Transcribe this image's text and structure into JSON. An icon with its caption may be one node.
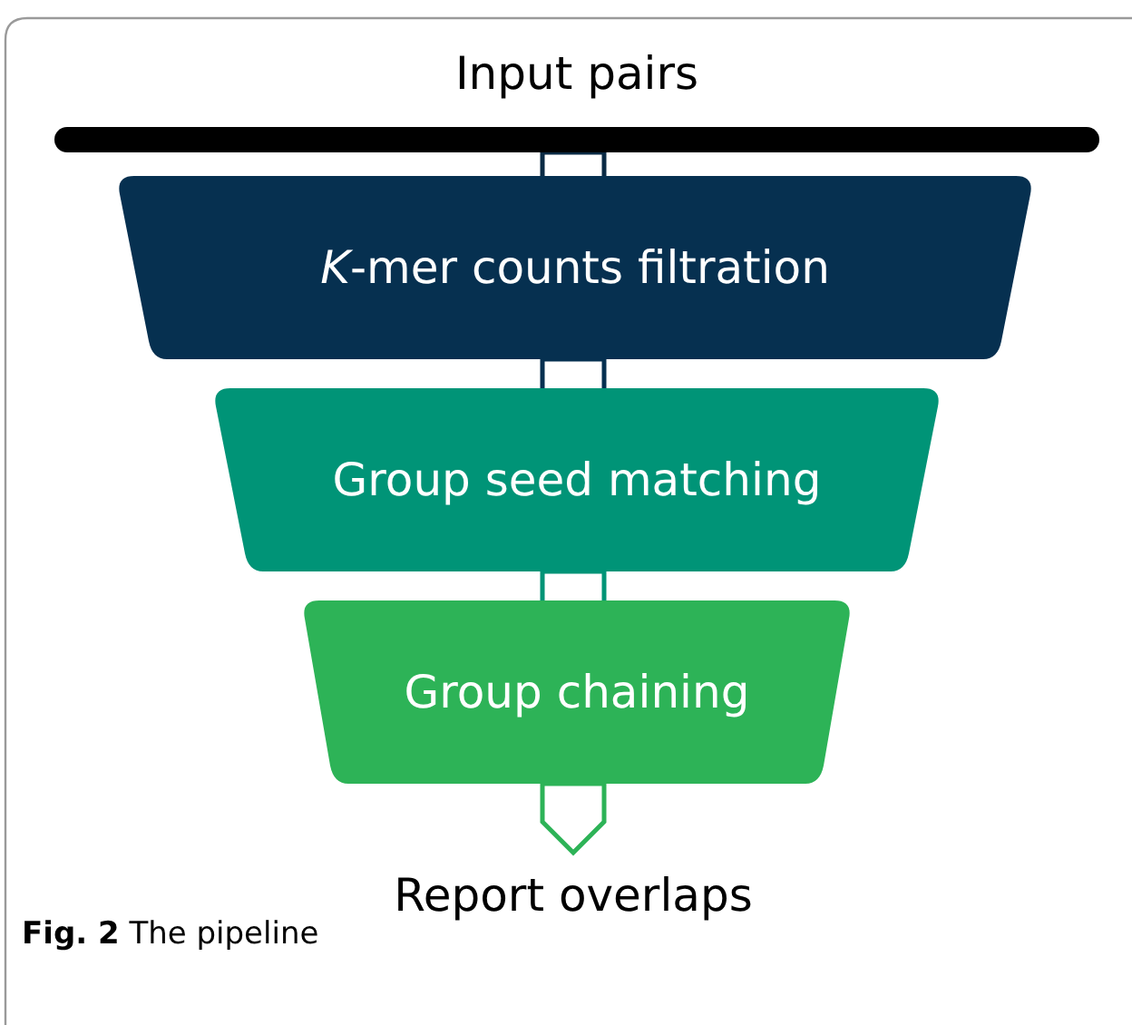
{
  "diagram": {
    "caption": "**Fig. 2** The pipeline",
    "nodes": [
      {
        "text": [
          "Input pairs"
        ]
      },
      {
        "text": [
          "*K*-mer counts filtration"
        ]
      },
      {
        "text": [
          "Group seed matching"
        ]
      },
      {
        "text": [
          "Group chaining"
        ]
      },
      {
        "text": [
          "Report overlaps"
        ]
      }
    ],
    "edges": [
      {
        "from": 0,
        "to": 1,
        "arrow": "to",
        "color": "#0a2a44"
      },
      {
        "from": 1,
        "to": 2,
        "arrow": "to",
        "color": "#063050"
      },
      {
        "from": 2,
        "to": 3,
        "arrow": "to",
        "color": "#009477"
      },
      {
        "from": 3,
        "to": 4,
        "arrow": "to",
        "color": "#2db357"
      }
    ]
  }
}
